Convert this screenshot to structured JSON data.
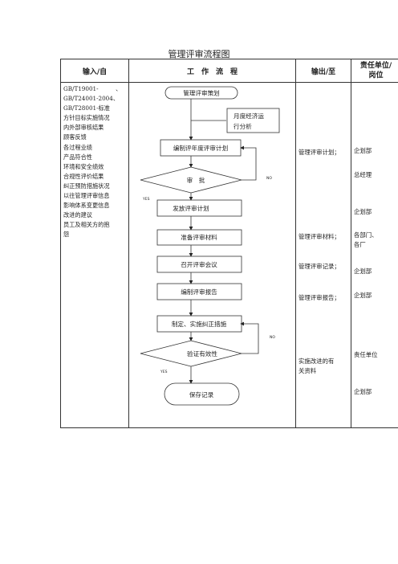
{
  "title": "管理评审流程图",
  "headers": {
    "input": "输入/自",
    "flow": "工　作　流　程",
    "output": "输出/至",
    "dept": "责任单位/岗位"
  },
  "inputs": [
    "GB/T19001-　　　、",
    "GB/T24001-2004、",
    "GB/T28001-标准",
    "方针目标实施情况",
    "内外部审核结果",
    "顾客反馈",
    "各过程业绩",
    "产品符合性",
    "环境和安全绩效",
    "合规性评价结果",
    "纠正预防措施状况",
    "以往管理评审信息",
    "影响体系变更信息",
    "改进的建议",
    "员工及相关方的抱",
    "怨"
  ],
  "flow": {
    "plan": "管理评审策划",
    "report": "月度经济运行分析",
    "report_line1": "月度经济运",
    "report_line2": "行分析",
    "compile_plan": "编制评年度评审计划",
    "approve": "审　批",
    "issue_plan": "发放评审计划",
    "prepare": "准备评审材料",
    "meeting": "召开评审会议",
    "compile_report": "编制评审报告",
    "corrective": "制定、实施纠正措施",
    "verify": "验证有效性",
    "save": "保存记录",
    "yes": "YES",
    "no": "NO"
  },
  "outputs": {
    "plan": "管理评审计划；",
    "materials": "管理评审材料；",
    "records": "管理评审记录；",
    "report": "管理评审报告；",
    "improve_line1": "实施改进的有",
    "improve_line2": "关资料"
  },
  "departments": {
    "d1": "企划部",
    "d2": "总经理",
    "d3": "企划部",
    "d4a": "各部门、",
    "d4b": "各厂",
    "d5": "企划部",
    "d6": "企划部",
    "d7": "责任单位",
    "d8": "企划部"
  }
}
